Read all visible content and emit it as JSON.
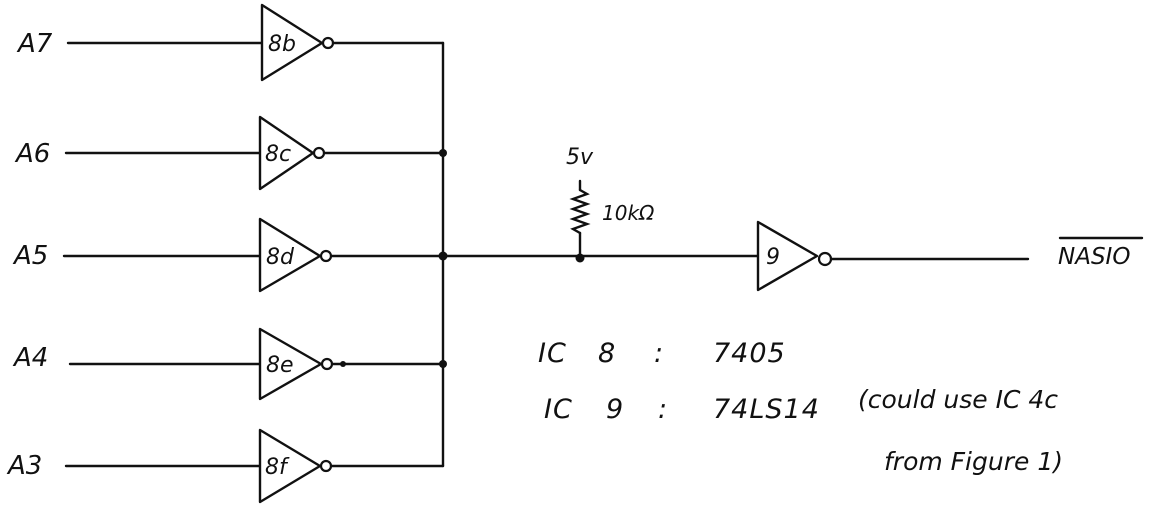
{
  "inputs": [
    "A7",
    "A6",
    "A5",
    "A4",
    "A3"
  ],
  "gates": [
    "8b",
    "8c",
    "8d",
    "8e",
    "8f"
  ],
  "pullup": {
    "supply": "5v",
    "resistor": "10kΩ"
  },
  "output_gate": "9",
  "output_signal": "NASIO",
  "notes": [
    {
      "ic": "IC",
      "num": "8",
      "sep": ":",
      "part": "7405"
    },
    {
      "ic": "IC",
      "num": "9",
      "sep": ":",
      "part": "74LS14"
    }
  ],
  "remark": [
    "(could use IC 4c",
    "from Figure 1)"
  ]
}
